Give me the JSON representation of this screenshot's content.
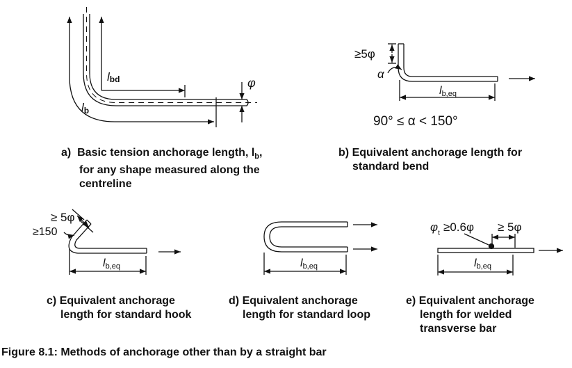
{
  "panels": {
    "a": {
      "label": "a)",
      "caption_lines": [
        "Basic tension anchorage length, l",
        "for any shape measured along the",
        "centreline"
      ],
      "caption_sub": "b",
      "dim_lbd": "l",
      "dim_lbd_sub": "bd",
      "dim_lb": "l",
      "dim_lb_sub": "b",
      "dim_phi": "φ"
    },
    "b": {
      "label": "b)",
      "caption_lines": [
        "Equivalent anchorage length for",
        "standard bend"
      ],
      "dim_5phi": "≥5φ",
      "dim_alpha": "α",
      "dim_lbeq": "l",
      "dim_lbeq_sub": "b,eq",
      "angle_range": "90° ≤ α < 150°"
    },
    "c": {
      "label": "c)",
      "caption_lines": [
        "Equivalent anchorage",
        "length for standard hook"
      ],
      "dim_5phi": "≥ 5φ",
      "dim_150": "≥150",
      "dim_lbeq": "l",
      "dim_lbeq_sub": "b,eq"
    },
    "d": {
      "label": "d)",
      "caption_lines": [
        "Equivalent anchorage",
        "length for standard loop"
      ],
      "dim_lbeq": "l",
      "dim_lbeq_sub": "b,eq"
    },
    "e": {
      "label": "e)",
      "caption_lines": [
        "Equivalent anchorage",
        "length for welded",
        "transverse bar"
      ],
      "dim_phit": "φ",
      "dim_phit_sub": "t",
      "dim_06phi": "≥0.6φ",
      "dim_5phi": "≥ 5φ",
      "dim_lbeq": "l",
      "dim_lbeq_sub": "b,eq"
    }
  },
  "figure_caption": "Figure 8.1: Methods of anchorage other than by a straight bar",
  "colors": {
    "ink": "#111111",
    "background": "#ffffff"
  }
}
